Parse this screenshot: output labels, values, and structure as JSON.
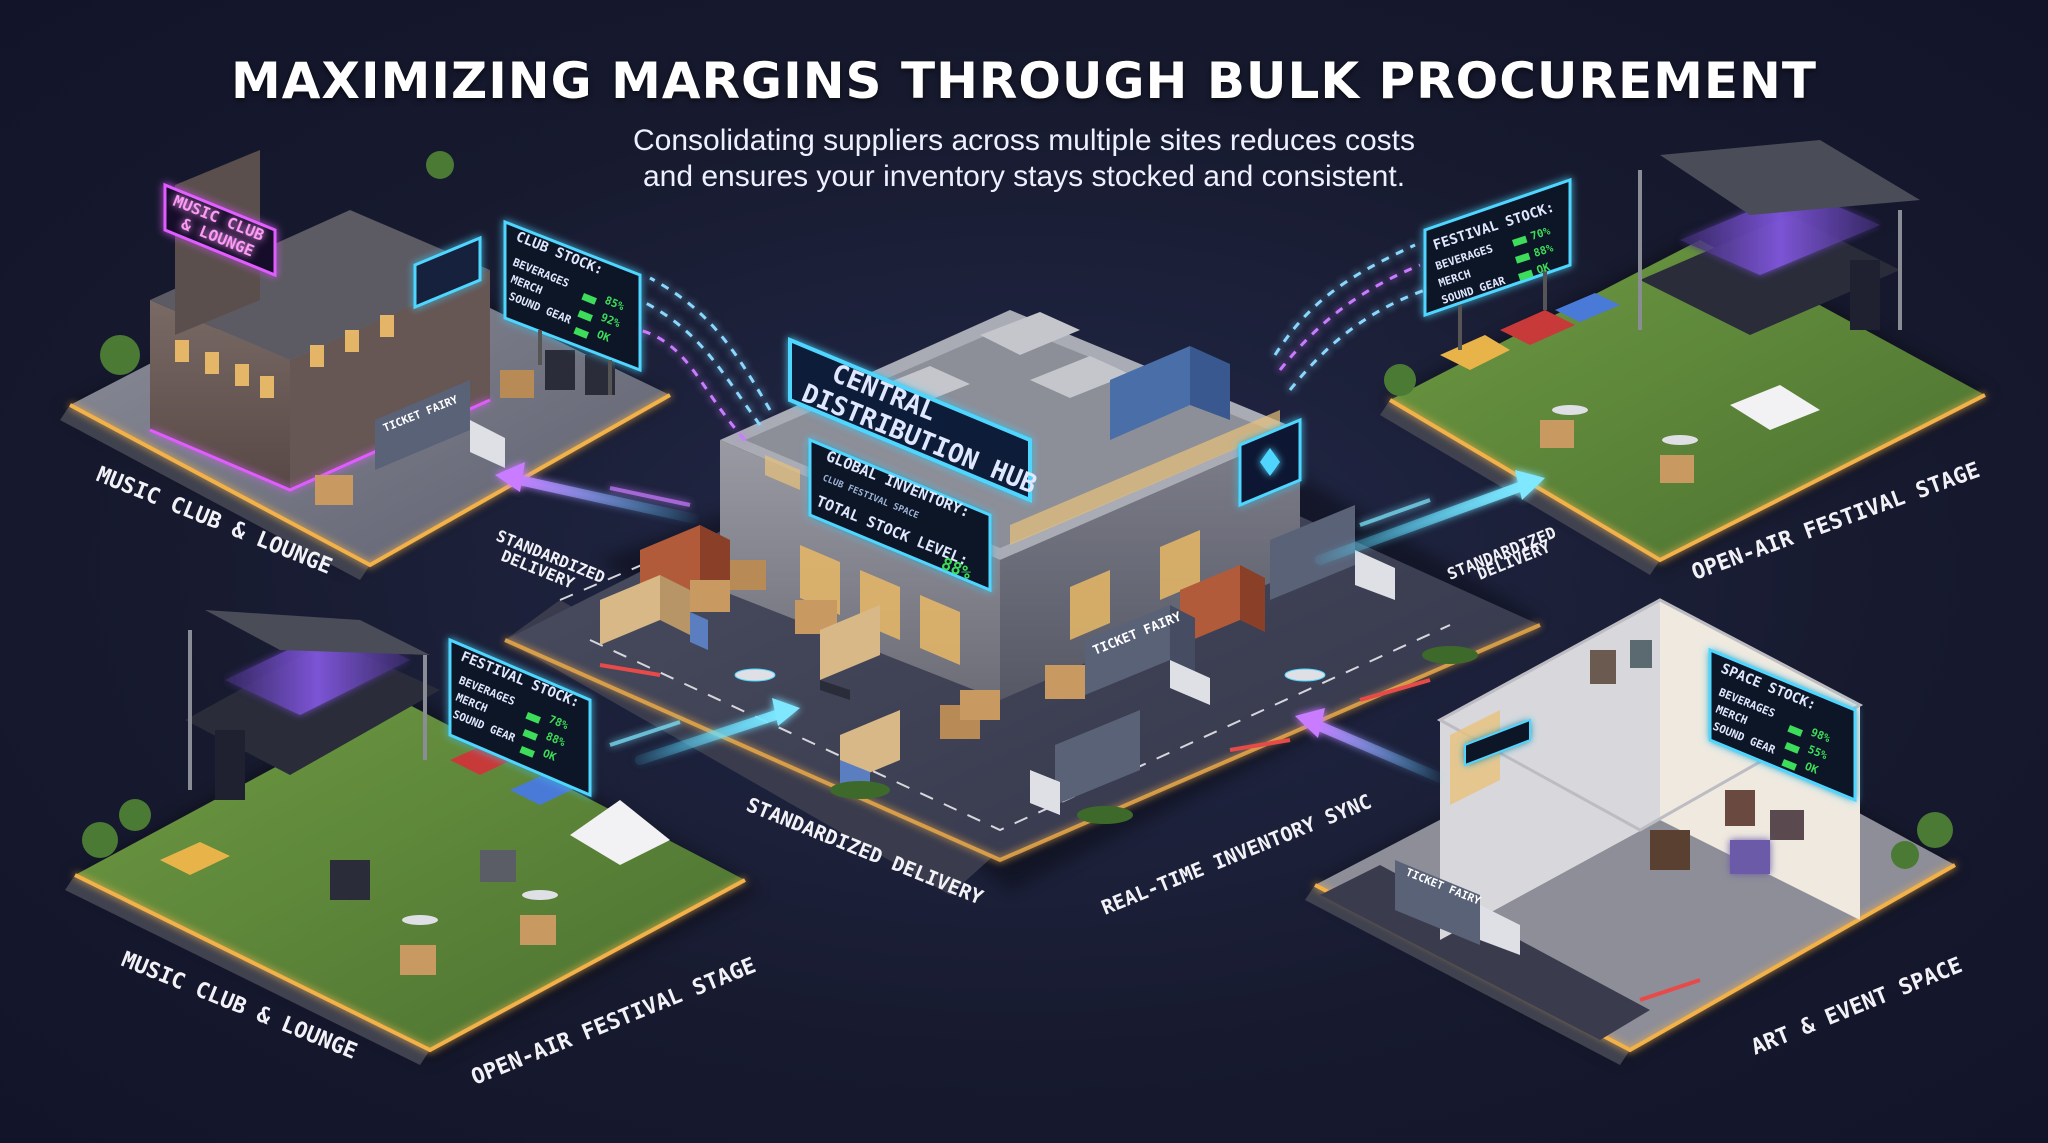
{
  "header": {
    "title": "MAXIMIZING MARGINS THROUGH BULK PROCUREMENT",
    "subtitle_line1": "Consolidating suppliers across multiple sites reduces costs",
    "subtitle_line2": "and ensures your inventory stays stocked and consistent."
  },
  "hub": {
    "sign_line1": "CENTRAL",
    "sign_line2": "DISTRIBUTION HUB",
    "inventory_title": "GLOBAL INVENTORY:",
    "inventory_sub": "CLUB  FESTIVAL  SPACE",
    "total_label": "TOTAL STOCK LEVEL:",
    "total_value": "88%",
    "truck_brand": "TICKET FAIRY"
  },
  "sites": {
    "club_top": {
      "name": "MUSIC CLUB & LOUNGE",
      "neon_line1": "MUSIC CLUB",
      "neon_line2": "& LOUNGE",
      "board_title": "CLUB STOCK:",
      "rows": [
        {
          "label": "BEVERAGES",
          "value": "85%"
        },
        {
          "label": "MERCH",
          "value": "92%"
        },
        {
          "label": "SOUND GEAR",
          "value": "OK"
        }
      ],
      "truck_brand": "TICKET FAIRY"
    },
    "festival_top": {
      "name": "OPEN-AIR FESTIVAL STAGE",
      "board_title": "FESTIVAL STOCK:",
      "rows": [
        {
          "label": "BEVERAGES",
          "value": "70%"
        },
        {
          "label": "MERCH",
          "value": "88%"
        },
        {
          "label": "SOUND GEAR",
          "value": "OK"
        }
      ]
    },
    "festival_bottom": {
      "board_title": "FESTIVAL STOCK:",
      "rows": [
        {
          "label": "BEVERAGES",
          "value": "78%"
        },
        {
          "label": "MERCH",
          "value": "88%"
        },
        {
          "label": "SOUND GEAR",
          "value": "OK"
        }
      ]
    },
    "art_space": {
      "name": "ART & EVENT SPACE",
      "board_title": "SPACE STOCK:",
      "rows": [
        {
          "label": "BEVERAGES",
          "value": "98%"
        },
        {
          "label": "MERCH",
          "value": "55%"
        },
        {
          "label": "SOUND GEAR",
          "value": "OK"
        }
      ],
      "truck_brand": "TICKET FAIRY"
    }
  },
  "labels": {
    "bottom_left_1": "MUSIC CLUB & LOUNGE",
    "bottom_left_2": "OPEN-AIR FESTIVAL STAGE",
    "delivery_left": "STANDARDIZED",
    "delivery_left_2": "DELIVERY",
    "delivery_right": "STANDARDIZED",
    "delivery_right_2": "DELIVERY",
    "delivery_center": "STANDARDIZED DELIVERY",
    "sync": "REAL-TIME INVENTORY SYNC"
  },
  "colors": {
    "background": "#171a2e",
    "neon_pink": "#e05cff",
    "neon_cyan": "#4fd6ff",
    "stock_green": "#3ddc5a",
    "platform_edge": "#f2b14a",
    "grass": "#5f8a3a"
  }
}
